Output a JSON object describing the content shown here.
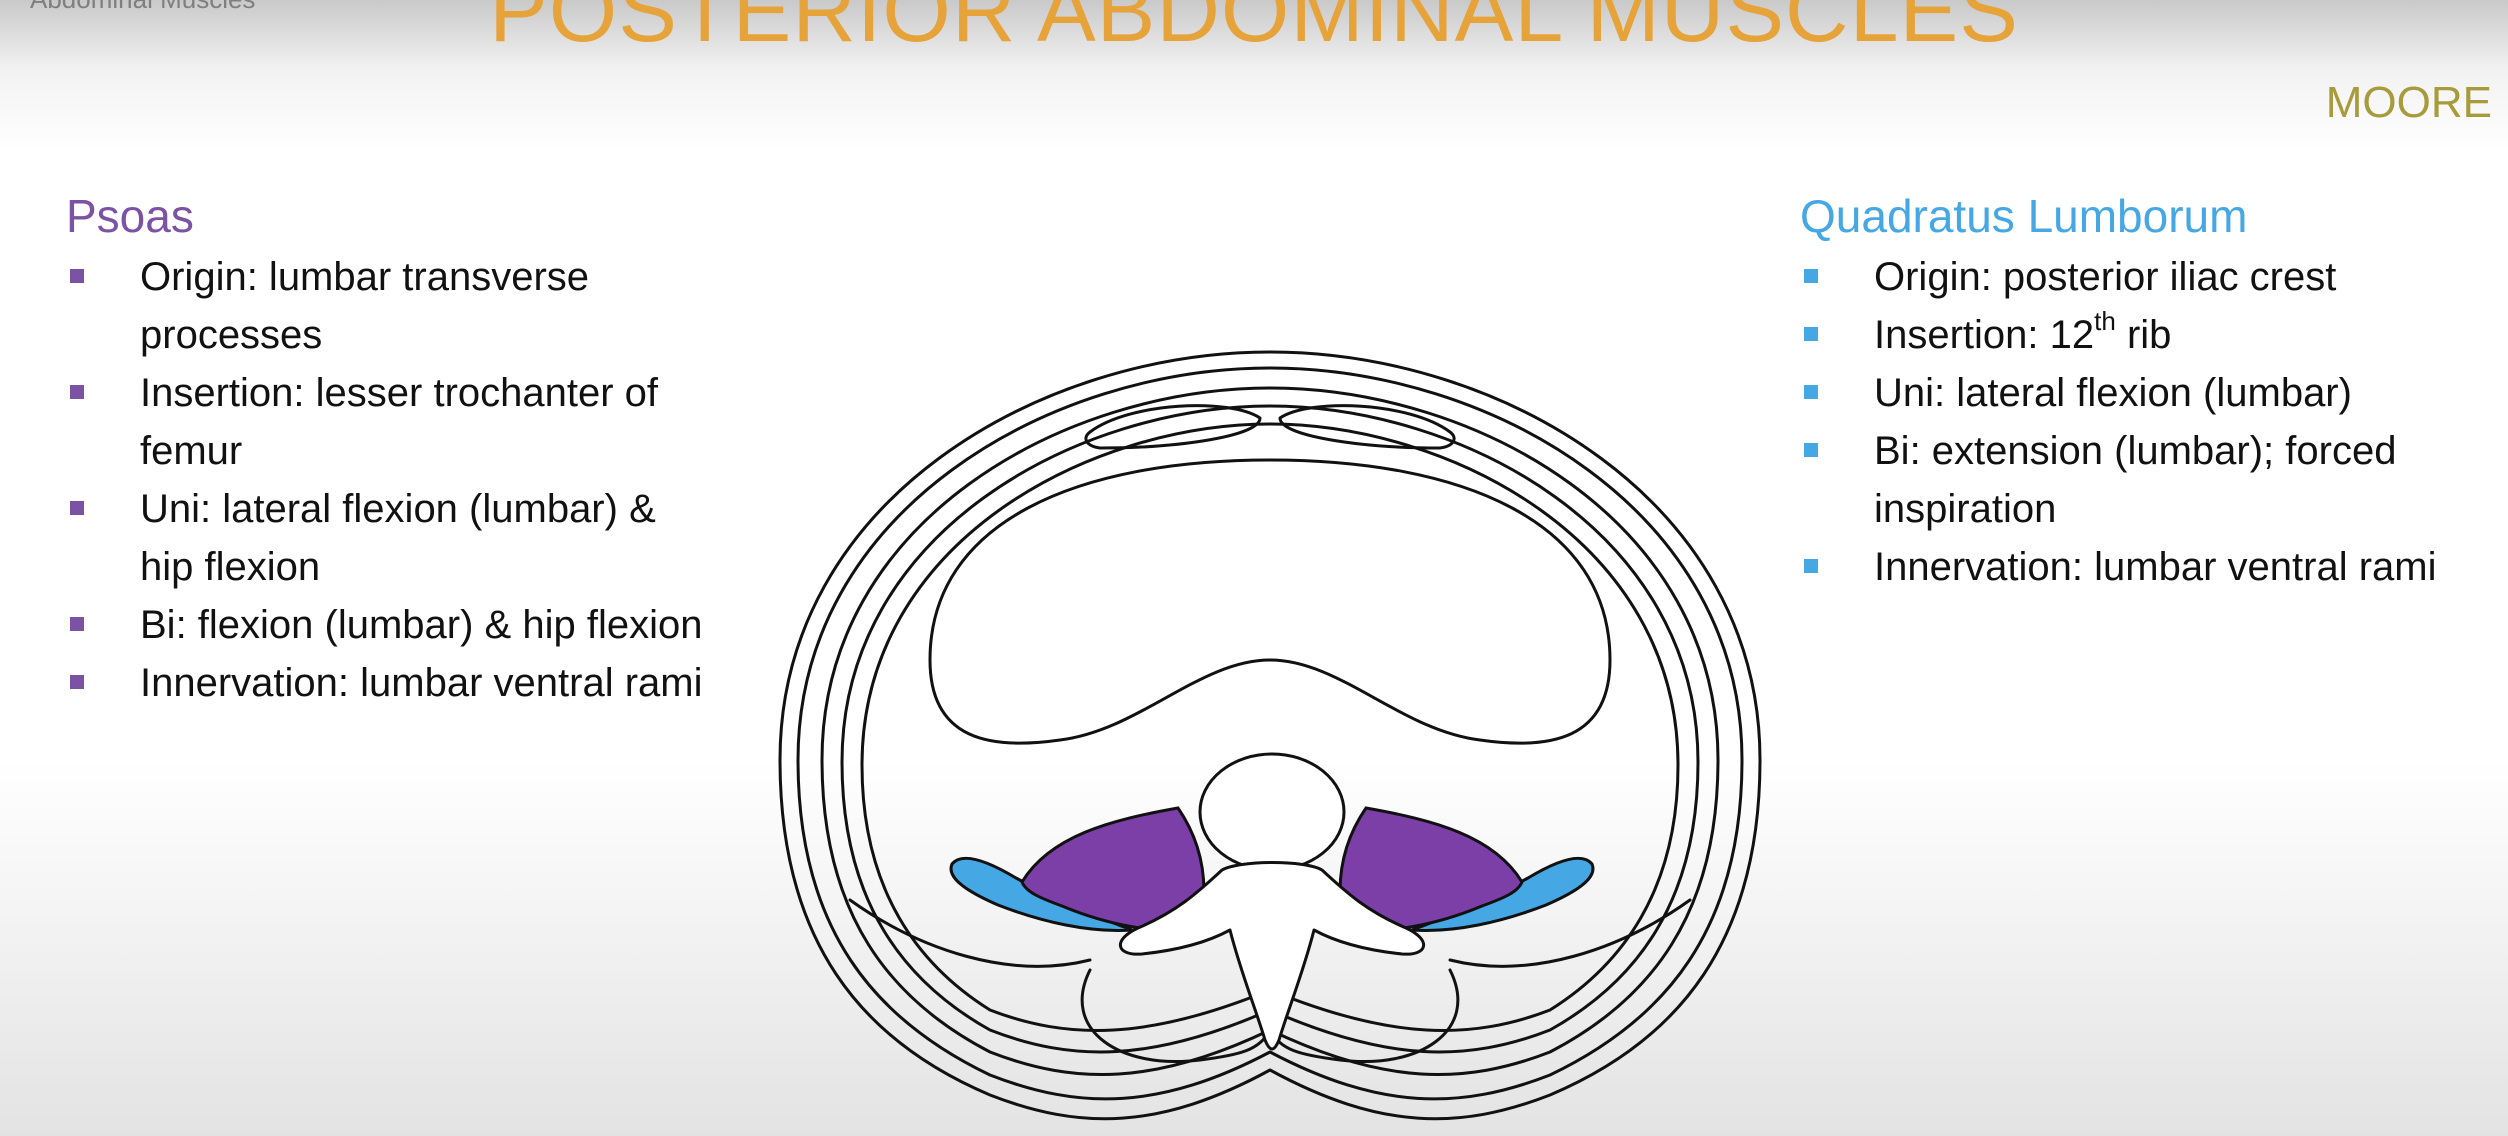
{
  "slide": {
    "corner_label": "Abdominal Muscles",
    "title": "POSTERIOR ABDOMINAL MUSCLES",
    "author": "MOORE"
  },
  "psoas": {
    "heading": "Psoas",
    "items": [
      {
        "text": "Origin: lumbar transverse processes"
      },
      {
        "text": "Insertion: lesser trochanter of femur"
      },
      {
        "text": "Uni: lateral flexion (lumbar) & hip flexion"
      },
      {
        "text": "Bi: flexion (lumbar) & hip flexion"
      },
      {
        "text": "Innervation: lumbar ventral rami"
      }
    ]
  },
  "quadratus": {
    "heading": "Quadratus Lumborum",
    "items": [
      {
        "text": "Origin: posterior iliac crest"
      },
      {
        "pre": "Insertion: 12",
        "sup": "th",
        "post": " rib"
      },
      {
        "text": "Uni: lateral flexion (lumbar)"
      },
      {
        "text": "Bi: extension (lumbar); forced inspiration"
      },
      {
        "text": "Innervation: lumbar ventral rami"
      }
    ]
  },
  "colors": {
    "title": "#e6a33a",
    "psoas": "#7c52a5",
    "quadratus_lumborum": "#45a7e3",
    "author": "#a89b3c"
  }
}
